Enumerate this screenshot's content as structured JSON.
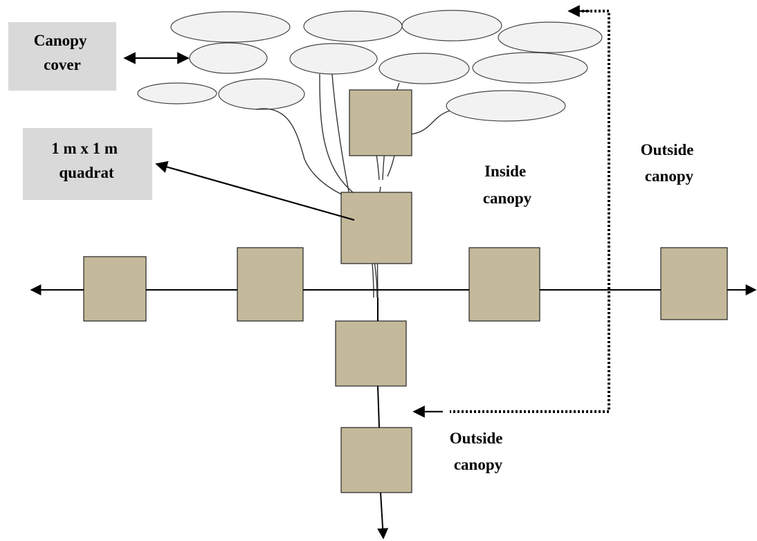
{
  "labels": {
    "canopy_cover": [
      "Canopy",
      "cover"
    ],
    "quadrat": [
      "1 m x 1 m",
      "quadrat"
    ],
    "inside_canopy": [
      "Inside",
      "canopy"
    ],
    "outside_canopy_right": [
      "Outside",
      "canopy"
    ],
    "outside_canopy_bottom": [
      "Outside",
      "canopy"
    ]
  },
  "colors": {
    "quadrat_fill": "#c4b99a",
    "crown_fill": "#f2f2f2",
    "callout_box": "#d9d9d9"
  }
}
